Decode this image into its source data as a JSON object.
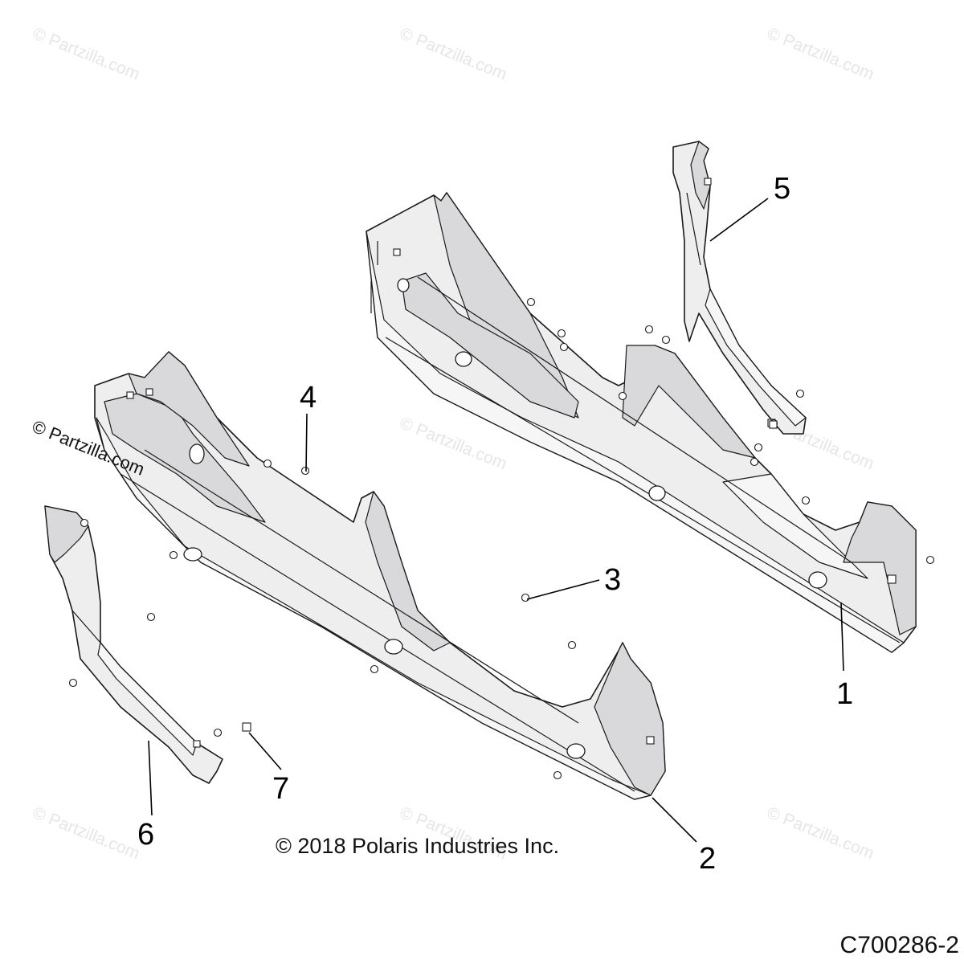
{
  "copyright": "© 2018 Polaris Industries Inc.",
  "drawing_id": "C700286-2",
  "watermark": "© Partzilla.com",
  "callouts": {
    "c1": "1",
    "c2": "2",
    "c3": "3",
    "c4": "4",
    "c5": "5",
    "c6": "6",
    "c7": "7"
  },
  "colors": {
    "part_fill": "#eeeeef",
    "outline": "#1a1a1a",
    "watermark": "#e6e6e6"
  }
}
